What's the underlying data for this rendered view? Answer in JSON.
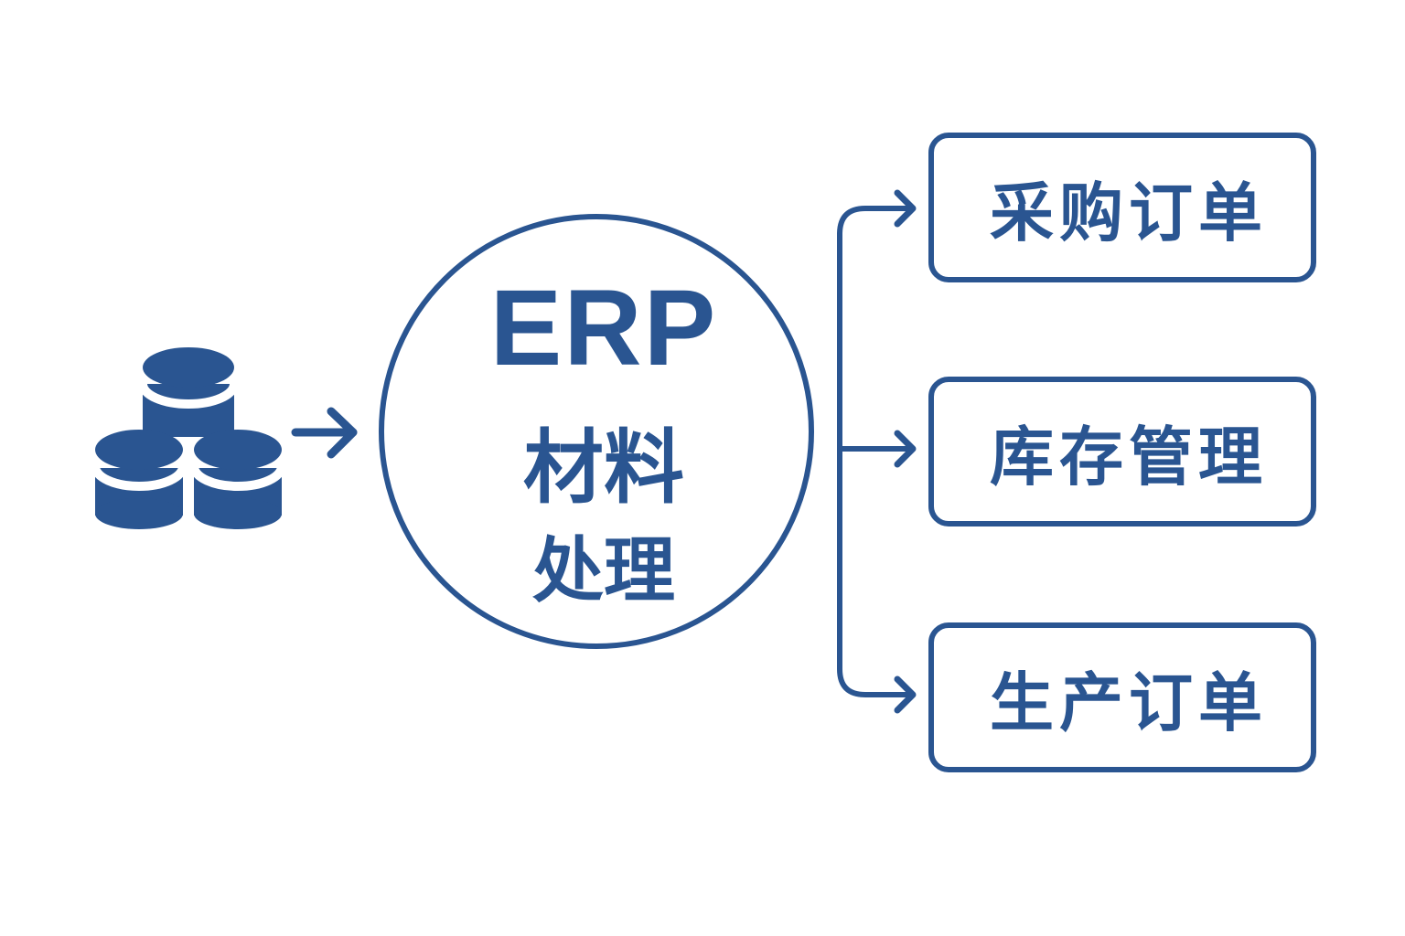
{
  "diagram": {
    "source_icon": "database-stack-icon",
    "center": {
      "title": "ERP",
      "line1": "材料",
      "line2": "处理"
    },
    "outputs": [
      {
        "label": "采购订单"
      },
      {
        "label": "库存管理"
      },
      {
        "label": "生产订单"
      }
    ],
    "colors": {
      "primary": "#2a5591",
      "background": "#ffffff"
    }
  }
}
